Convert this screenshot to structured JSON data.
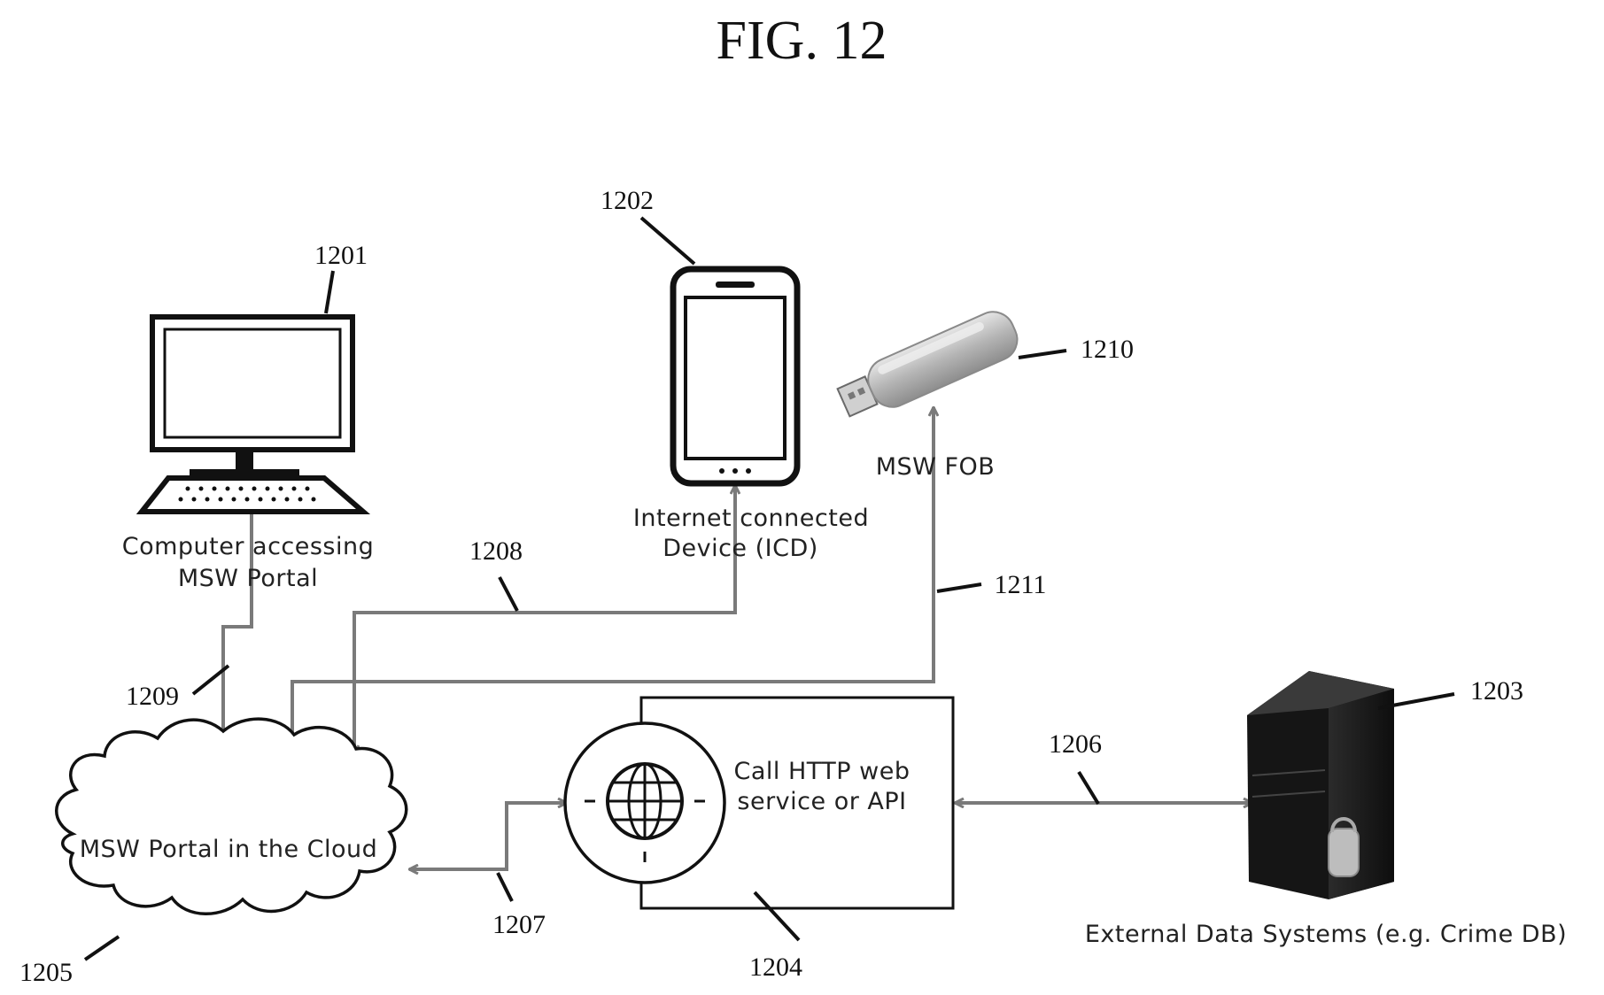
{
  "figure_title": "FIG. 12",
  "nodes": {
    "computer": {
      "ref": "1201",
      "label_line1": "Computer accessing",
      "label_line2": "MSW Portal",
      "icon": "desktop-computer-icon"
    },
    "device": {
      "ref": "1202",
      "label_line1": "Internet connected",
      "label_line2": "Device (ICD)",
      "icon": "smartphone-icon"
    },
    "external": {
      "ref": "1203",
      "label": "External Data Systems (e.g. Crime DB)",
      "icon": "server-tower-icon"
    },
    "api": {
      "ref": "1204",
      "label_line1": "Call HTTP web",
      "label_line2": "service or API",
      "icon": "globe-icon"
    },
    "cloud": {
      "ref": "1205",
      "label": "MSW Portal in the Cloud",
      "icon": "cloud-icon"
    },
    "fob": {
      "ref": "1210",
      "label": "MSW FOB",
      "icon": "usb-fob-icon"
    }
  },
  "connections": {
    "api_external": {
      "ref": "1206"
    },
    "cloud_api": {
      "ref": "1207"
    },
    "device_cloud": {
      "ref": "1208"
    },
    "computer_cloud": {
      "ref": "1209"
    },
    "fob_cloud": {
      "ref": "1211"
    }
  }
}
